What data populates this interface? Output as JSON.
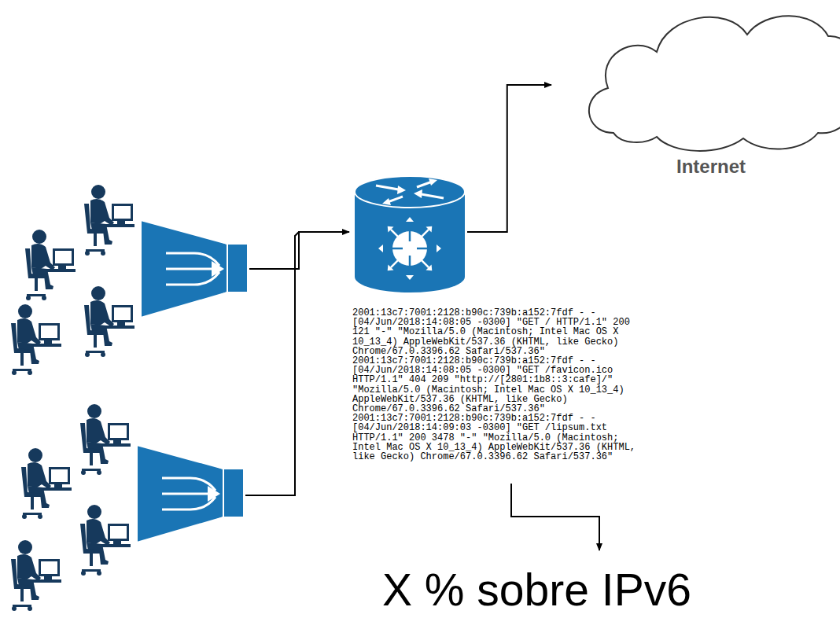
{
  "diagram": {
    "nodes": [
      {
        "text": [
          "2001:13c7:7001:2128:b90c:739b:a152:7fdf - - [04/Jun/2018:14:08:05 -0300] \"GET / HTTP/1.1\" 200 121 \"-\" \"Mozilla/5.0 (Macintosh; Intel Mac OS X 10_13_4) AppleWebKit/537.36 (KHTML, like Gecko) Chrome/67.0.3396.62 Safari/537.36\"",
          "2001:13c7:7001:2128:b90c:739b:a152:7fdf - - [04/Jun/2018:14:08:05 -0300] \"GET /favicon.ico HTTP/1.1\" 404 209 \"http://[2801:1b8::3:cafe]/\" \"Mozilla/5.0 (Macintosh; Intel Mac OS X 10_13_4) AppleWebKit/537.36 (KHTML, like Gecko) Chrome/67.0.3396.62 Safari/537.36\"",
          "2001:13c7:7001:2128:b90c:739b:a152:7fdf - - [04/Jun/2018:14:09:03 -0300] \"GET /lipsum.txt HTTP/1.1\" 200 3478 \"-\" \"Mozilla/5.0 (Macintosh; Intel Mac OS X 10_13_4) AppleWebKit/537.36 (KHTML, like Gecko) Chrome/67.0.3396.62 Safari/537.36\""
        ]
      },
      {
        "text": [
          "Internet"
        ]
      }
    ],
    "edges": [
      {
        "from": 0,
        "to": 1,
        "arrow": "to"
      }
    ],
    "labels": [
      "X % sobre IPv6"
    ]
  }
}
